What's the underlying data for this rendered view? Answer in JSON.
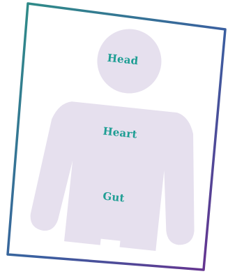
{
  "diagram": {
    "labels": {
      "head": "Head",
      "heart": "Heart",
      "gut": "Gut"
    }
  },
  "colors": {
    "frame_gradient_start": "#2e8f86",
    "frame_gradient_mid": "#3a5fa0",
    "frame_gradient_end": "#6a2f8e",
    "figure_fill": "#e6e0ee",
    "label_color": "#1f9e94",
    "card_fill": "#ffffff"
  }
}
